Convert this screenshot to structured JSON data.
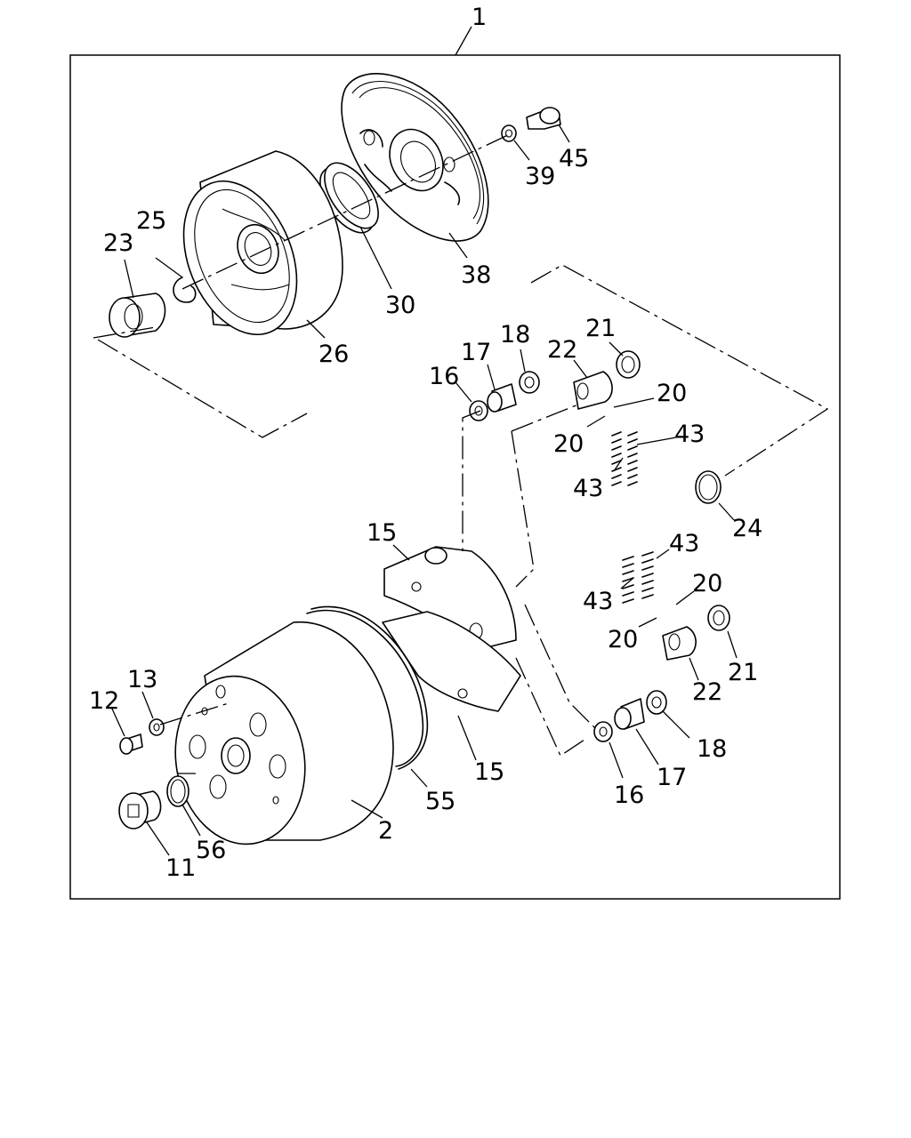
{
  "diagram": {
    "callouts": {
      "c1": "1",
      "c45": "45",
      "c39": "39",
      "c38": "38",
      "c30": "30",
      "c26": "26",
      "c25": "25",
      "c23": "23",
      "c21a": "21",
      "c22a": "22",
      "c18a": "18",
      "c17a": "17",
      "c16a": "16",
      "c20a": "20",
      "c20b": "20",
      "c43a": "43",
      "c43b": "43",
      "c24": "24",
      "c15a": "15",
      "c43c": "43",
      "c43d": "43",
      "c20c": "20",
      "c20d": "20",
      "c21b": "21",
      "c22b": "22",
      "c18b": "18",
      "c17b": "17",
      "c16b": "16",
      "c15b": "15",
      "c55": "55",
      "c2": "2",
      "c12": "12",
      "c13": "13",
      "c56": "56",
      "c11": "11"
    }
  }
}
